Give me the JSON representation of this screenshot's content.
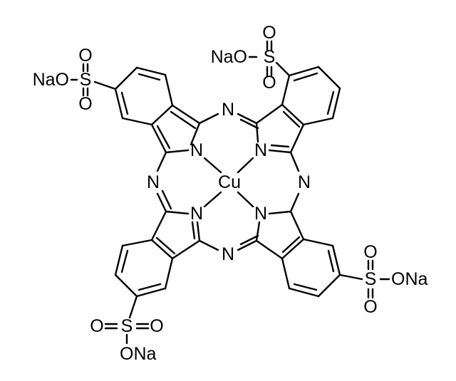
{
  "diagram": {
    "type": "chemical-structure",
    "compound_atoms": {
      "center_metal": "Cu",
      "inner_nitrogen": "N",
      "meso_nitrogen": "N",
      "sulfur": "S",
      "oxygen": "O",
      "sodium_oxide": "NaO",
      "oxide_sodium": "ONa"
    },
    "labels": {
      "cu": "Cu",
      "n_inner_tl": "N",
      "n_inner_tr": "N",
      "n_inner_bl": "N",
      "n_inner_br": "N",
      "n_meso_top": "N",
      "n_meso_left": "N",
      "n_meso_right": "N",
      "n_meso_bottom": "N",
      "sulfonate_tl": {
        "s": "S",
        "o_top": "O",
        "o_bottom": "O",
        "ona": "NaO"
      },
      "sulfonate_tr": {
        "s": "S",
        "o_top": "O",
        "o_bottom": "O",
        "ona": "NaO"
      },
      "sulfonate_bl": {
        "s": "S",
        "o_left": "O",
        "o_right": "O",
        "ona": "ONa"
      },
      "sulfonate_br": {
        "s": "S",
        "o_top": "O",
        "o_bottom": "O",
        "ona": "ONa"
      }
    },
    "colors": {
      "line": "#000000",
      "background": "#ffffff"
    }
  }
}
